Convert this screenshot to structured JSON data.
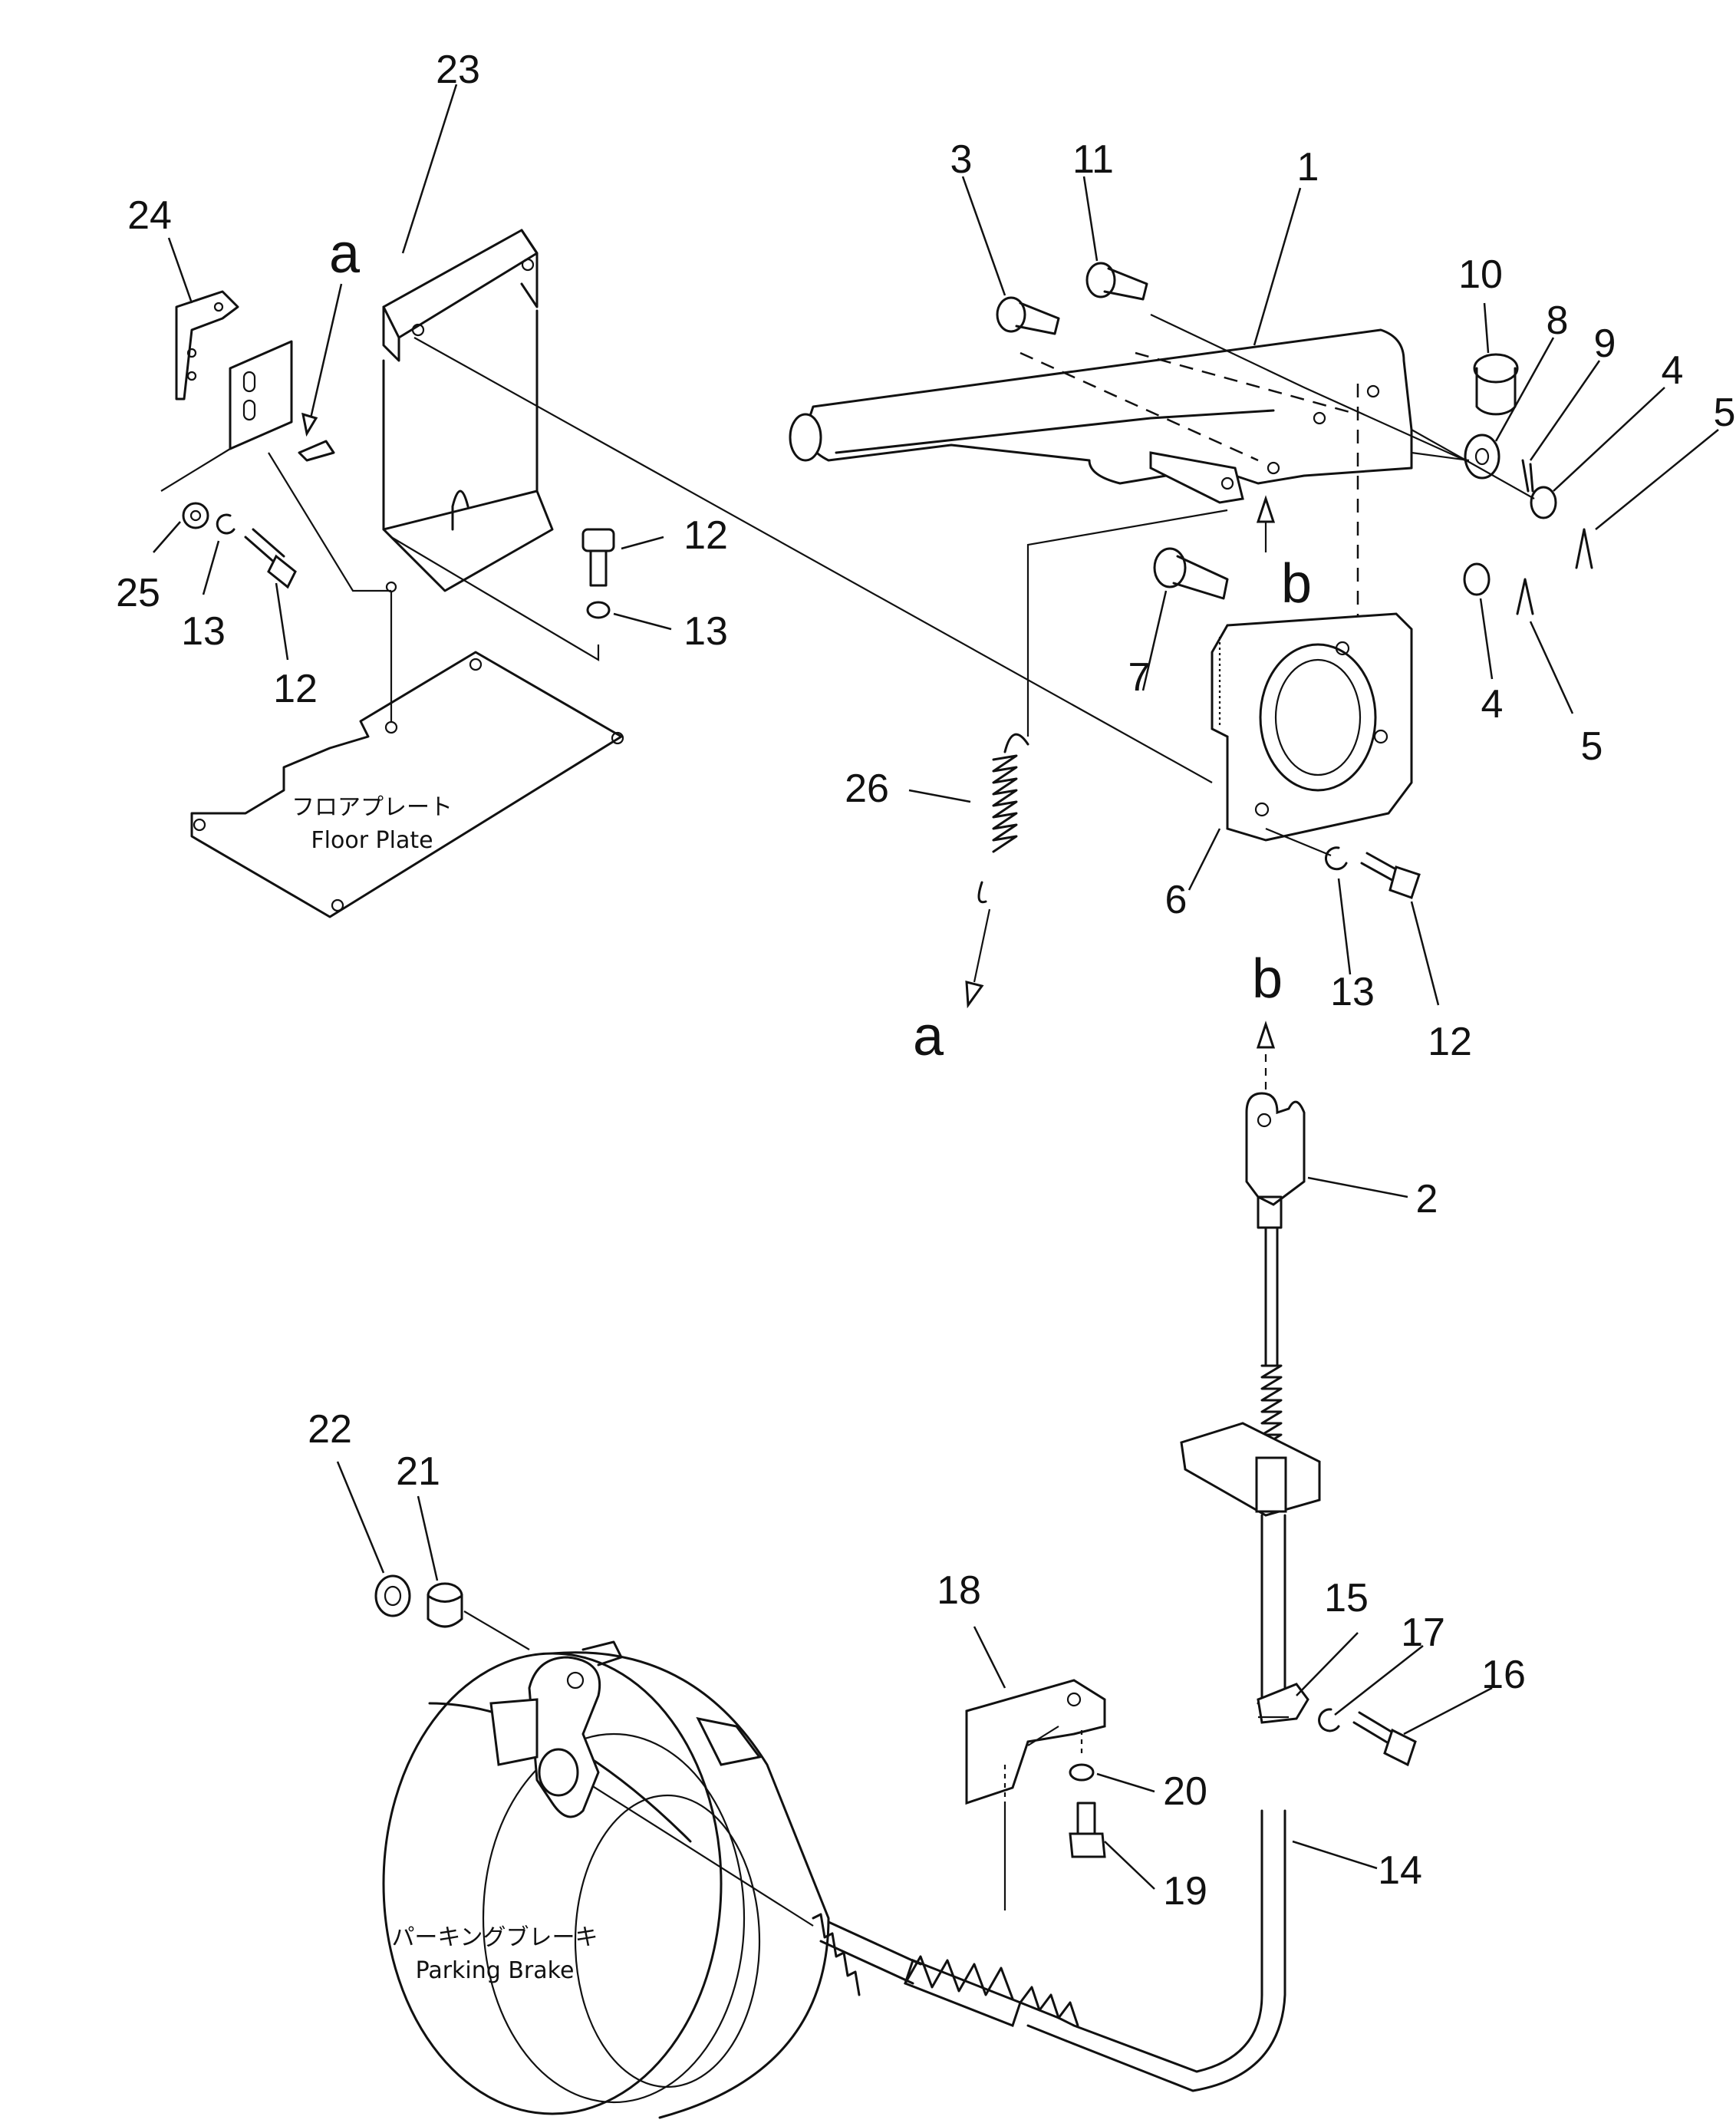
{
  "labels": {
    "p1": "1",
    "p2": "2",
    "p3": "3",
    "p4a": "4",
    "p4b": "4",
    "p5a": "5",
    "p5b": "5",
    "p6": "6",
    "p7": "7",
    "p8": "8",
    "p9": "9",
    "p10": "10",
    "p11": "11",
    "p12a": "12",
    "p12b": "12",
    "p12c": "12",
    "p13a": "13",
    "p13b": "13",
    "p13c": "13",
    "p14": "14",
    "p15": "15",
    "p16": "16",
    "p17": "17",
    "p18": "18",
    "p19": "19",
    "p20": "20",
    "p21": "21",
    "p22": "22",
    "p23": "23",
    "p24": "24",
    "p25": "25",
    "p26": "26"
  },
  "markers": {
    "a_top": "a",
    "a_bottom": "a",
    "b_mid": "b",
    "b_low": "b"
  },
  "captions": {
    "floor_plate_jp": "フロアプレート",
    "floor_plate_en": "Floor Plate",
    "parking_brake_jp": "パーキングブレーキ",
    "parking_brake_en": "Parking Brake"
  }
}
